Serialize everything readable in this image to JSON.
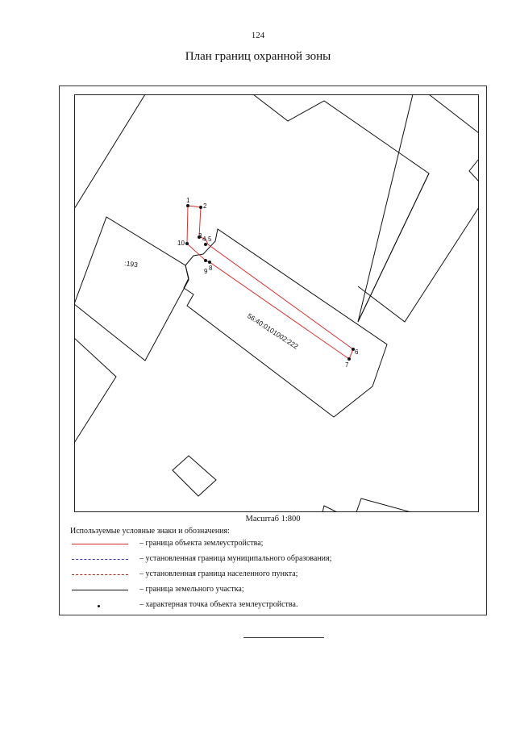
{
  "page": {
    "number": "124",
    "title": "План границ охранной зоны"
  },
  "map": {
    "parcel_labels": {
      "parcel_193": ":193",
      "parcel_222": "56:40:0101002:222"
    },
    "points": [
      {
        "label": "1"
      },
      {
        "label": "2"
      },
      {
        "label": "3"
      },
      {
        "label": "4"
      },
      {
        "label": "5"
      },
      {
        "label": "6"
      },
      {
        "label": "7"
      },
      {
        "label": "8"
      },
      {
        "label": "9"
      },
      {
        "label": "10"
      }
    ],
    "colors": {
      "zone_boundary": "#d83030",
      "parcel_boundary": "#111111",
      "municipal_boundary": "#3a3aa8",
      "settlement_boundary": "#a02828"
    }
  },
  "scale": "Масштаб 1:800",
  "legend": {
    "heading": "Используемые условные знаки и обозначения:",
    "items": [
      {
        "symbol": "red-solid-line",
        "text": "– граница объекта землеустройства;"
      },
      {
        "symbol": "blue-dash-dot-line",
        "text": "– установленная граница муниципального образования;"
      },
      {
        "symbol": "red-dash-dot-line",
        "text": "– установленная граница населенного пункта;"
      },
      {
        "symbol": "black-solid-line",
        "text": "– граница земельного участка;"
      },
      {
        "symbol": "point-dot",
        "text": "– характерная точка объекта землеустройства."
      }
    ]
  }
}
